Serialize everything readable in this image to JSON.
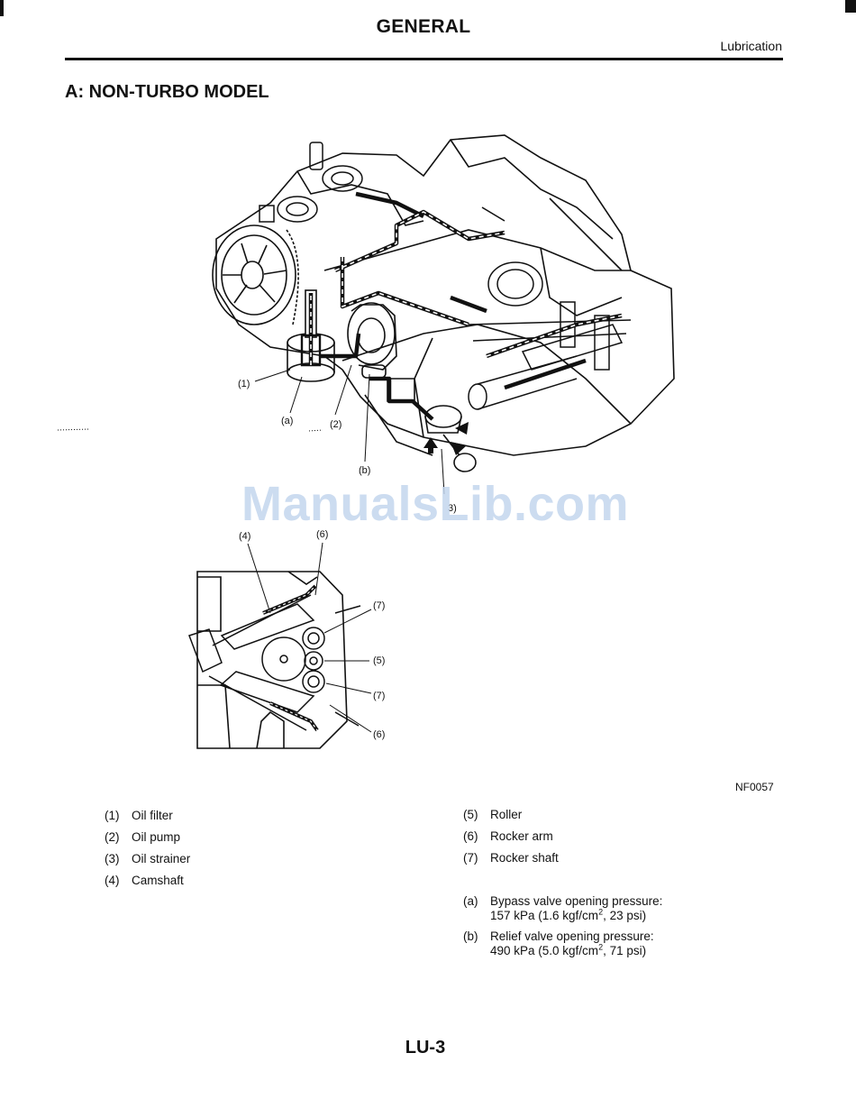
{
  "header": {
    "title": "GENERAL",
    "section": "Lubrication"
  },
  "subtitle": "A: NON-TURBO MODEL",
  "figure": {
    "callouts": {
      "c1": "(1)",
      "ca": "(a)",
      "c2": "(2)",
      "cb": "(b)",
      "c3": "3)",
      "c4": "(4)",
      "c6a": "(6)",
      "c7a": "(7)",
      "c5": "(5)",
      "c7b": "(7)",
      "c6b": "(6)"
    },
    "code": "NF0057"
  },
  "watermark": "ManualsLib.com",
  "legend_left": [
    {
      "num": "(1)",
      "label": "Oil filter"
    },
    {
      "num": "(2)",
      "label": "Oil pump"
    },
    {
      "num": "(3)",
      "label": "Oil strainer"
    },
    {
      "num": "(4)",
      "label": "Camshaft"
    }
  ],
  "legend_right": [
    {
      "num": "(5)",
      "label": "Roller"
    },
    {
      "num": "(6)",
      "label": "Rocker arm"
    },
    {
      "num": "(7)",
      "label": "Rocker shaft"
    }
  ],
  "notes": {
    "a": {
      "num": "(a)",
      "line1": "Bypass valve opening pressure:",
      "line2_pre": "157 kPa (1.6 kgf/cm",
      "sup": "2",
      "line2_post": ", 23 psi)"
    },
    "b": {
      "num": "(b)",
      "line1": "Relief valve opening pressure:",
      "line2_pre": "490 kPa (5.0 kgf/cm",
      "sup": "2",
      "line2_post": ", 71 psi)"
    }
  },
  "footer": "LU-3"
}
